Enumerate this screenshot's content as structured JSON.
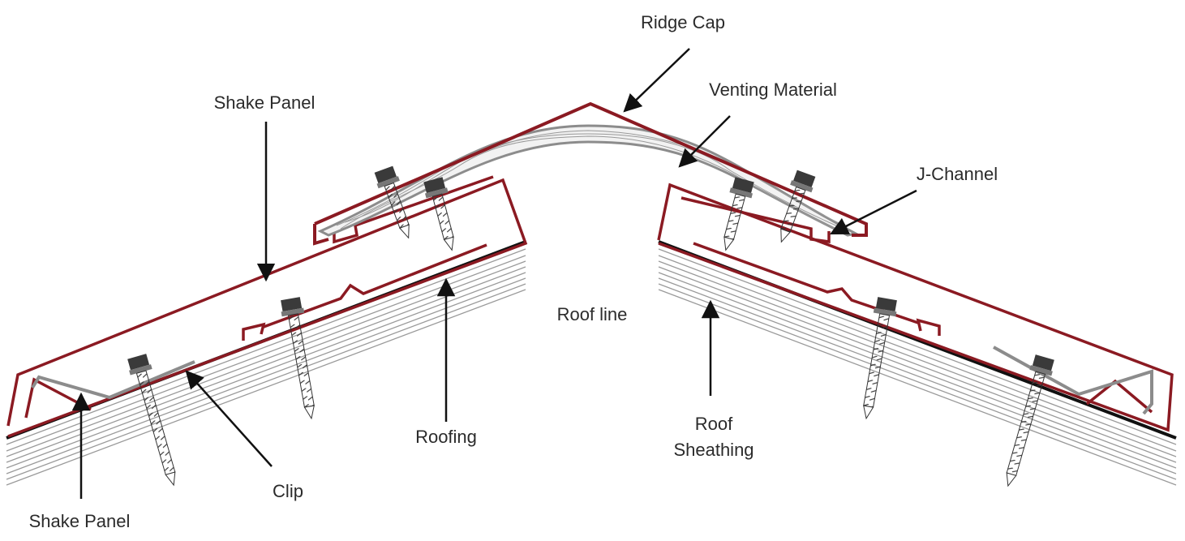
{
  "labels": {
    "ridge_cap": "Ridge Cap",
    "venting_material": "Venting Material",
    "shake_panel_top": "Shake Panel",
    "j_channel": "J-Channel",
    "roof_line": "Roof line",
    "roofing": "Roofing",
    "roof_sheathing_1": "Roof",
    "roof_sheathing_2": "Sheathing",
    "clip": "Clip",
    "shake_panel_bottom": "Shake Panel"
  },
  "colors": {
    "panel": "#8b1a22",
    "clip": "#8c8c8c",
    "roof": "#111111",
    "sheathing": "#9a9a9a",
    "screw_head": "#3a3a3a",
    "text": "#2b2b2b"
  }
}
